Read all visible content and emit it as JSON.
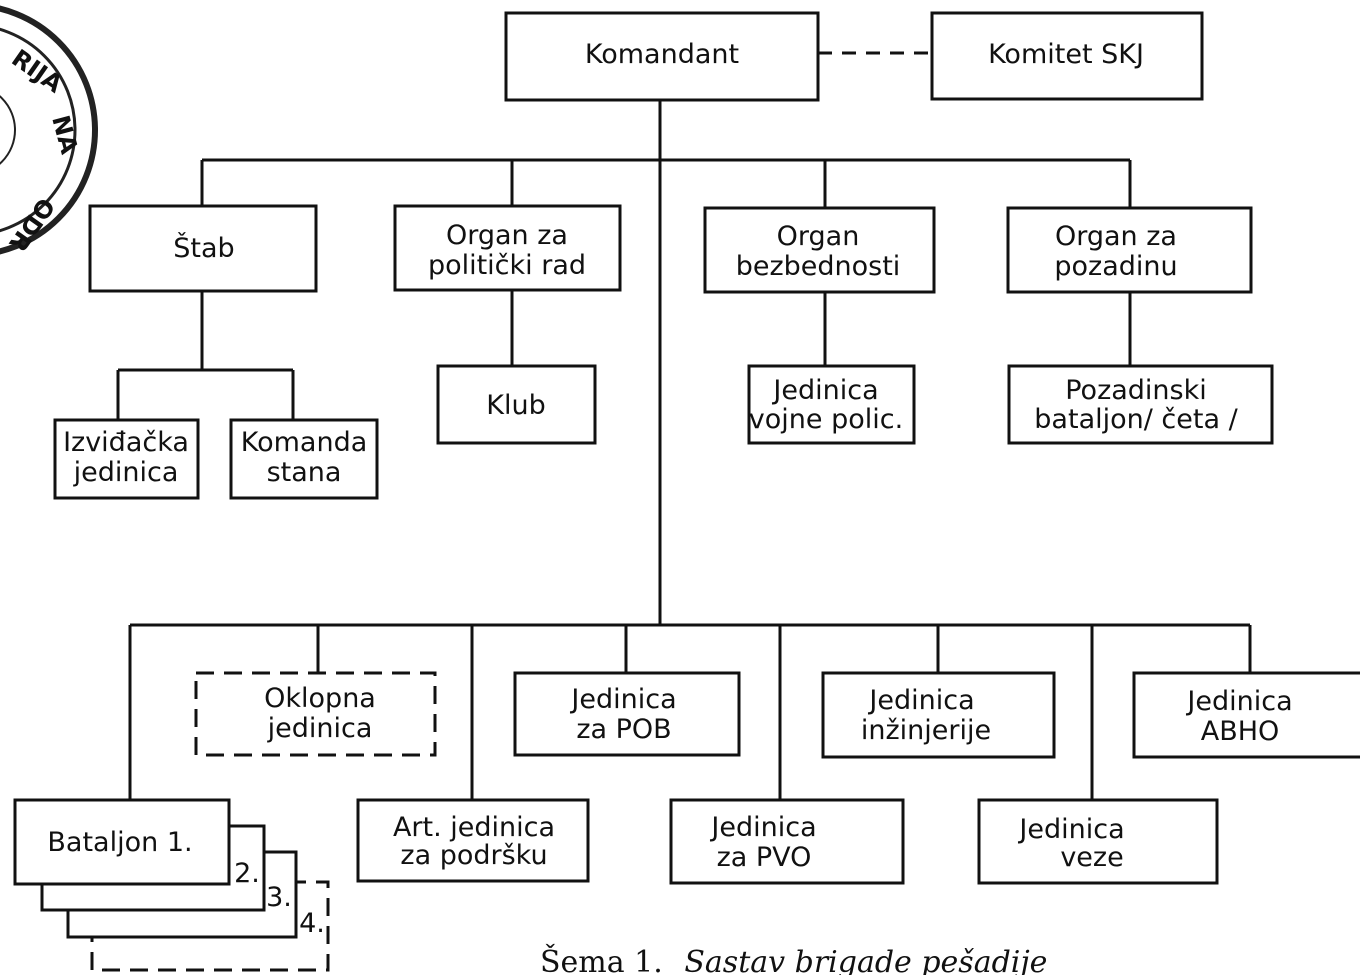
{
  "nodes": {
    "komandant": "Komandant",
    "komitet": "Komitet SKJ",
    "stab": "Štab",
    "politicki": [
      "Organ za",
      "politički rad"
    ],
    "bezbednost": [
      "Organ",
      "bezbednosti"
    ],
    "pozadina": [
      "Organ za",
      "pozadinu"
    ],
    "izvidjacka": [
      "Izviđačka",
      "jedinica"
    ],
    "komanda_stana": [
      "Komanda",
      "stana"
    ],
    "klub": "Klub",
    "vojna_policija": [
      "Jedinica",
      "vojne polic."
    ],
    "pozadinski": [
      "Pozadinski",
      "bataljon/ četa /"
    ],
    "oklopna": [
      "Oklopna",
      "jedinica"
    ],
    "pob": [
      "Jedinica",
      "za POB"
    ],
    "inzinjerija": [
      "Jedinica",
      "inžinjerije"
    ],
    "abho": [
      "Jedinica",
      "ABHO"
    ],
    "bataljon": "Bataljon 1.",
    "bataljon_2": "2.",
    "bataljon_3": "3.",
    "bataljon_4": "4.",
    "artiljerija": [
      "Art. jedinica",
      "za podršku"
    ],
    "pvo": [
      "Jedinica",
      "za PVO"
    ],
    "veze": [
      "Jedinica",
      "veze"
    ]
  },
  "caption": {
    "label": "Šema 1.",
    "title": "Sastav brigade pešadije"
  },
  "stamp": {
    "fragments": [
      "RIJA",
      "NA",
      "ODR"
    ]
  }
}
